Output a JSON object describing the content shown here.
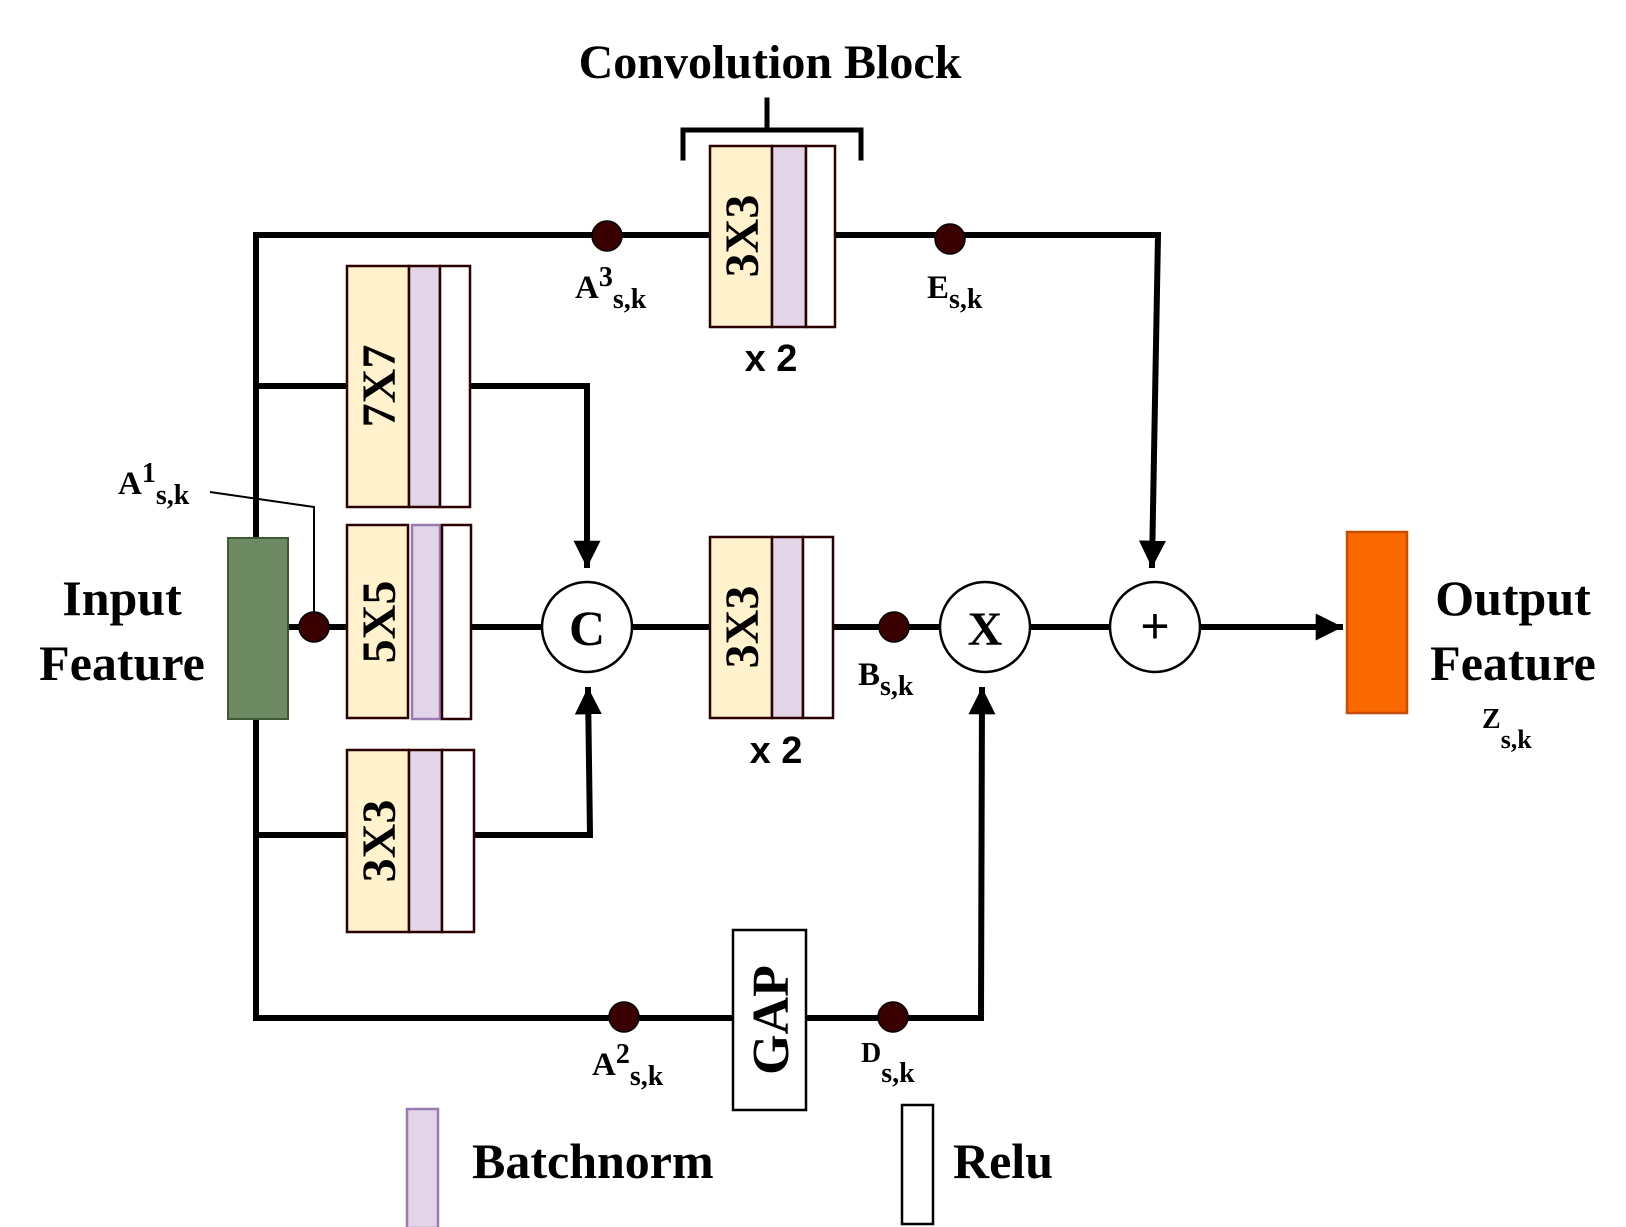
{
  "title": "Convolution Block",
  "input_label": [
    "Input",
    "Feature"
  ],
  "output_label": [
    "Output",
    "Feature"
  ],
  "output_symbol": {
    "base": "Z",
    "sub": "s,k"
  },
  "kernels": {
    "top": "3X3",
    "k7": "7X7",
    "k5": "5X5",
    "k3": "3X3",
    "middle": "3X3"
  },
  "repeat_top": "x 2",
  "repeat_middle": "x 2",
  "gap": "GAP",
  "ops": {
    "concat": "C",
    "multiply": "X",
    "add": "+"
  },
  "points": {
    "a1": {
      "base": "A",
      "sup": "1",
      "sub": "s,k"
    },
    "a2": {
      "base": "A",
      "sup": "2",
      "sub": "s,k"
    },
    "a3": {
      "base": "A",
      "sup": "3",
      "sub": "s,k"
    },
    "b": {
      "base": "B",
      "sub": "s,k"
    },
    "d": {
      "base": "D",
      "sub": "s,k"
    },
    "e": {
      "base": "E",
      "sub": "s,k"
    }
  },
  "legend": {
    "batchnorm": "Batchnorm",
    "relu": "Relu"
  },
  "colors": {
    "input": "#6d8a63",
    "output": "#fa6800",
    "conv": "#fff2cc",
    "batchnorm": "#e1d5e7",
    "relu": "#ffffff"
  }
}
